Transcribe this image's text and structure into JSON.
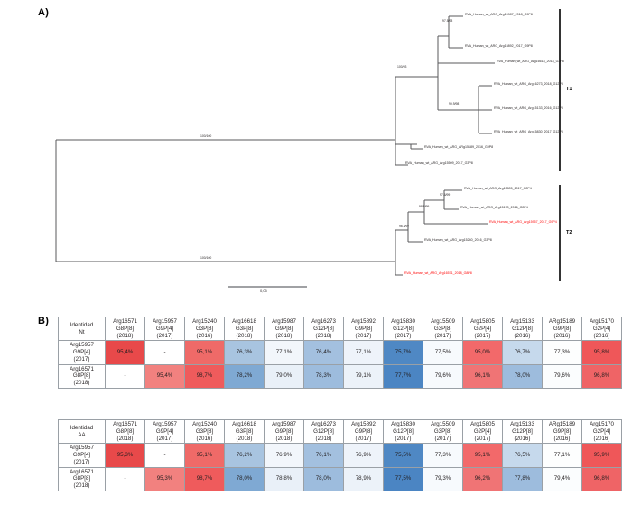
{
  "figure": {
    "panel_a_label": "A)",
    "panel_b_label": "B)"
  },
  "tree": {
    "scale_bar_label": "0,05",
    "clades": [
      {
        "name": "T1"
      },
      {
        "name": "T2"
      }
    ],
    "tips": [
      {
        "id": "t1",
        "label": "RVA_Human_wt_ARG_Arg15987_2018_G9P8",
        "highlight": false
      },
      {
        "id": "t2",
        "label": "RVA_Human_wt_ARG_Arg15892_2017_G9P8",
        "highlight": false
      },
      {
        "id": "t3",
        "label": "RVA_Human_wt_ARG_Arg16618_2018_G3P8",
        "highlight": false
      },
      {
        "id": "t4",
        "label": "RVA_Human_wt_ARG_Arg16273_2018_G12P8",
        "highlight": false
      },
      {
        "id": "t5",
        "label": "RVA_Human_wt_ARG_Arg15133_2016_G12P8",
        "highlight": false
      },
      {
        "id": "t6",
        "label": "RVA_Human_wt_ARG_Arg15830_2017_G12P8",
        "highlight": false
      },
      {
        "id": "t7",
        "label": "RVA_Human_wt_ARG_ARg15189_2016_G9P8",
        "highlight": false
      },
      {
        "id": "t8",
        "label": "RVA_Human_wt_ARG_Arg15509_2017_G3P8",
        "highlight": false
      },
      {
        "id": "t9",
        "label": "RVA_Human_wt_ARG_Arg15805_2017_G2P4",
        "highlight": false
      },
      {
        "id": "t10",
        "label": "RVA_Human_wt_ARG_Arg15170_2016_G2P4",
        "highlight": false
      },
      {
        "id": "t11",
        "label": "RVA_Human_wt_ARG_Arg15957_2017_G9P4",
        "highlight": true
      },
      {
        "id": "t12",
        "label": "RVA_Human_wt_ARG_Arg15240_2016_G3P8",
        "highlight": false
      },
      {
        "id": "t13",
        "label": "RVA_Human_wt_ARG_Arg16571_2018_G8P8",
        "highlight": true
      }
    ],
    "supports": [
      {
        "id": "s1",
        "label": "97.5/98"
      },
      {
        "id": "s2",
        "label": "100/93"
      },
      {
        "id": "s3",
        "label": "99.9/98"
      },
      {
        "id": "s4",
        "label": "100/100"
      },
      {
        "id": "s5",
        "label": "97.6/99"
      },
      {
        "id": "s6",
        "label": "98.9/99"
      },
      {
        "id": "s7",
        "label": "96.3/97"
      },
      {
        "id": "s8",
        "label": "100/100"
      }
    ]
  },
  "tables": {
    "nt": {
      "corner": "Identidad\nNt",
      "columns": [
        "Arg16571\nG8P[8]\n(2018)",
        "Arg15957\nG9P[4]\n(2017)",
        "Arg15240\nG3P[8]\n(2016)",
        "Arg16618\nG3P[8]\n(2018)",
        "Arg15987\nG9P[8]\n(2018)",
        "Arg16273\nG12P[8]\n(2018)",
        "Arg15892\nG9P[8]\n(2017)",
        "Arg15830\nG12P[8]\n(2017)",
        "Arg15509\nG3P[8]\n(2017)",
        "Arg15805\nG2P[4]\n(2017)",
        "Arg15133\nG12P[8]\n(2016)",
        "ARg15189 G9P[8]\n(2016)",
        "Arg15170\nG2P[4]\n(2016)"
      ],
      "rows": [
        {
          "header": "Arg15957\nG9P[4]\n(2017)",
          "values": [
            "95,4%",
            "-",
            "95,1%",
            "76,3%",
            "77,1%",
            "76,4%",
            "77,1%",
            "75,7%",
            "77,5%",
            "95,0%",
            "76,7%",
            "77,3%",
            "95,8%"
          ],
          "colors": [
            "#e8494a",
            "#ffffff",
            "#ef6a68",
            "#a8c4e0",
            "#f2f6fb",
            "#a3c0df",
            "#eef3fa",
            "#4f88c4",
            "#f7fafd",
            "#f2696a",
            "#c6d9ec",
            "#fdfefe",
            "#ef5759"
          ]
        },
        {
          "header": "Arg16571\nG8P[8]\n(2018)",
          "values": [
            "-",
            "95,4%",
            "98,7%",
            "78,2%",
            "79,0%",
            "78,3%",
            "79,1%",
            "77,7%",
            "79,6%",
            "96,1%",
            "78,0%",
            "79,6%",
            "96,8%"
          ],
          "colors": [
            "#ffffff",
            "#f2817f",
            "#ef5b5c",
            "#7fa9d3",
            "#e9f0f8",
            "#9dbcdd",
            "#ecf2f9",
            "#4b85c3",
            "#f7fafd",
            "#f07475",
            "#9dbcdd",
            "#fbfdfe",
            "#ef6466"
          ]
        }
      ]
    },
    "aa": {
      "corner": "Identidad\nAA",
      "columns": [
        "Arg16571\nG8P[8]\n(2018)",
        "Arg15957\nG9P[4]\n(2017)",
        "Arg15240\nG3P[8]\n(2016)",
        "Arg16618\nG3P[8]\n(2018)",
        "Arg15987\nG9P[8]\n(2018)",
        "Arg16273\nG12P[8]\n(2018)",
        "Arg15892\nG9P[8]\n(2017)",
        "Arg15830\nG12P[8]\n(2017)",
        "Arg15509\nG3P[8]\n(2017)",
        "Arg15805\nG2P[4]\n(2017)",
        "Arg15133\nG12P[8]\n(2016)",
        "ARg15189 G9P[8]\n(2016)",
        "Arg15170\nG2P[4]\n(2016)"
      ],
      "rows": [
        {
          "header": "Arg15957\nG9P[4]\n(2017)",
          "values": [
            "95,3%",
            "-",
            "95,1%",
            "76,2%",
            "76,9%",
            "76,1%",
            "76,9%",
            "75,5%",
            "77,3%",
            "95,1%",
            "76,5%",
            "77,1%",
            "95,9%"
          ],
          "colors": [
            "#e8494a",
            "#ffffff",
            "#ef6a68",
            "#a8c4e0",
            "#f2f6fb",
            "#a3c0df",
            "#eef3fa",
            "#4f88c4",
            "#f7fafd",
            "#f2696a",
            "#c6d9ec",
            "#fdfefe",
            "#ef5759"
          ]
        },
        {
          "header": "Arg16571\nG8P[8]\n(2018)",
          "values": [
            "-",
            "95,3%",
            "98,7%",
            "78,0%",
            "78,8%",
            "78,0%",
            "78,9%",
            "77,5%",
            "79,3%",
            "96,2%",
            "77,8%",
            "79,4%",
            "96,8%"
          ],
          "colors": [
            "#ffffff",
            "#f2817f",
            "#ef5b5c",
            "#7fa9d3",
            "#e9f0f8",
            "#9dbcdd",
            "#ecf2f9",
            "#4b85c3",
            "#f7fafd",
            "#f07475",
            "#9dbcdd",
            "#fbfdfe",
            "#ef6466"
          ]
        }
      ]
    }
  }
}
